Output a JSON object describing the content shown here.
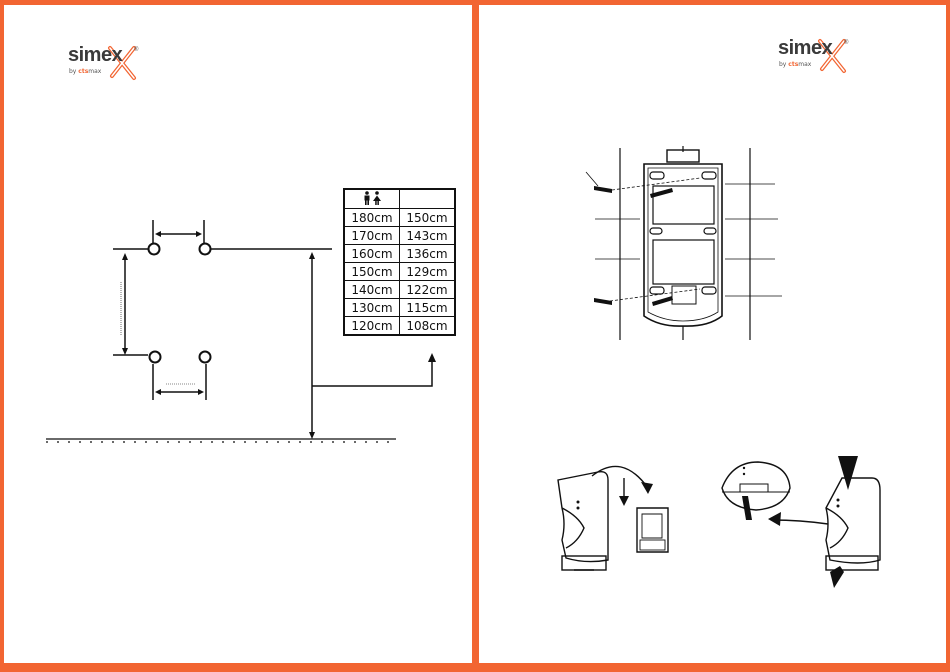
{
  "logos": {
    "left": {
      "word": "simex",
      "by": "by",
      "brand": "cts",
      "tail": "max",
      "reg": "®"
    },
    "right": {
      "word": "simex",
      "by": "by",
      "brand": "cts",
      "tail": "max",
      "reg": "®"
    }
  },
  "height_table": {
    "header_icon": "man-woman-icon",
    "rows": [
      {
        "person": "180cm",
        "mount": "150cm"
      },
      {
        "person": "170cm",
        "mount": "143cm"
      },
      {
        "person": "160cm",
        "mount": "136cm"
      },
      {
        "person": "150cm",
        "mount": "129cm"
      },
      {
        "person": "140cm",
        "mount": "122cm"
      },
      {
        "person": "130cm",
        "mount": "115cm"
      },
      {
        "person": "120cm",
        "mount": "108cm"
      }
    ]
  },
  "colors": {
    "accent": "#f26532",
    "line": "#111111"
  }
}
